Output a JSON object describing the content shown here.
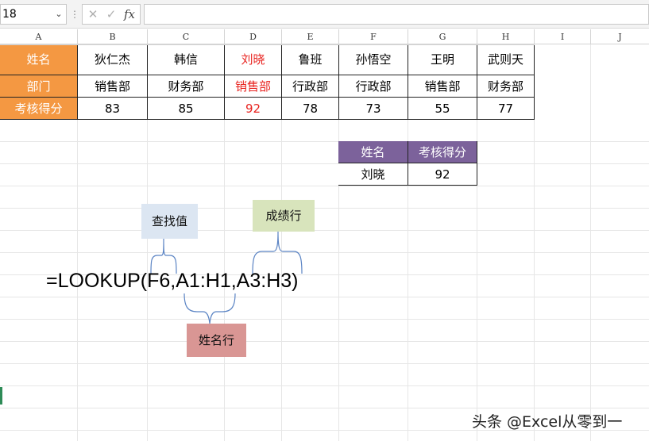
{
  "formula_bar": {
    "name_box": "18",
    "cancel_icon": "✕",
    "confirm_icon": "✓",
    "fx_label": "fx",
    "formula": ""
  },
  "columns": [
    "A",
    "B",
    "C",
    "D",
    "E",
    "F",
    "G",
    "H",
    "I",
    "J"
  ],
  "table": {
    "rows": [
      {
        "label": "姓名",
        "cells": [
          "狄仁杰",
          "韩信",
          "刘晓",
          "鲁班",
          "孙悟空",
          "王明",
          "武则天"
        ]
      },
      {
        "label": "部门",
        "cells": [
          "销售部",
          "财务部",
          "销售部",
          "行政部",
          "行政部",
          "销售部",
          "财务部"
        ]
      },
      {
        "label": "考核得分",
        "cells": [
          "83",
          "85",
          "92",
          "78",
          "73",
          "55",
          "77"
        ]
      }
    ],
    "highlight_column_index": 2,
    "highlight_color": "#e8231f",
    "header_color": "#f49842"
  },
  "result_table": {
    "headers": [
      "姓名",
      "考核得分"
    ],
    "values": [
      "刘晓",
      "92"
    ],
    "header_color": "#7c629b"
  },
  "annotations": {
    "lookup_value": "查找值",
    "lookup_value_color": "#dce6f2",
    "result_row": "成绩行",
    "result_row_color": "#d8e4bc",
    "name_row": "姓名行",
    "name_row_color": "#d99694",
    "formula": "=LOOKUP(F6,A1:H1,A3:H3)"
  },
  "watermark": "头条 @Excel从零到一"
}
